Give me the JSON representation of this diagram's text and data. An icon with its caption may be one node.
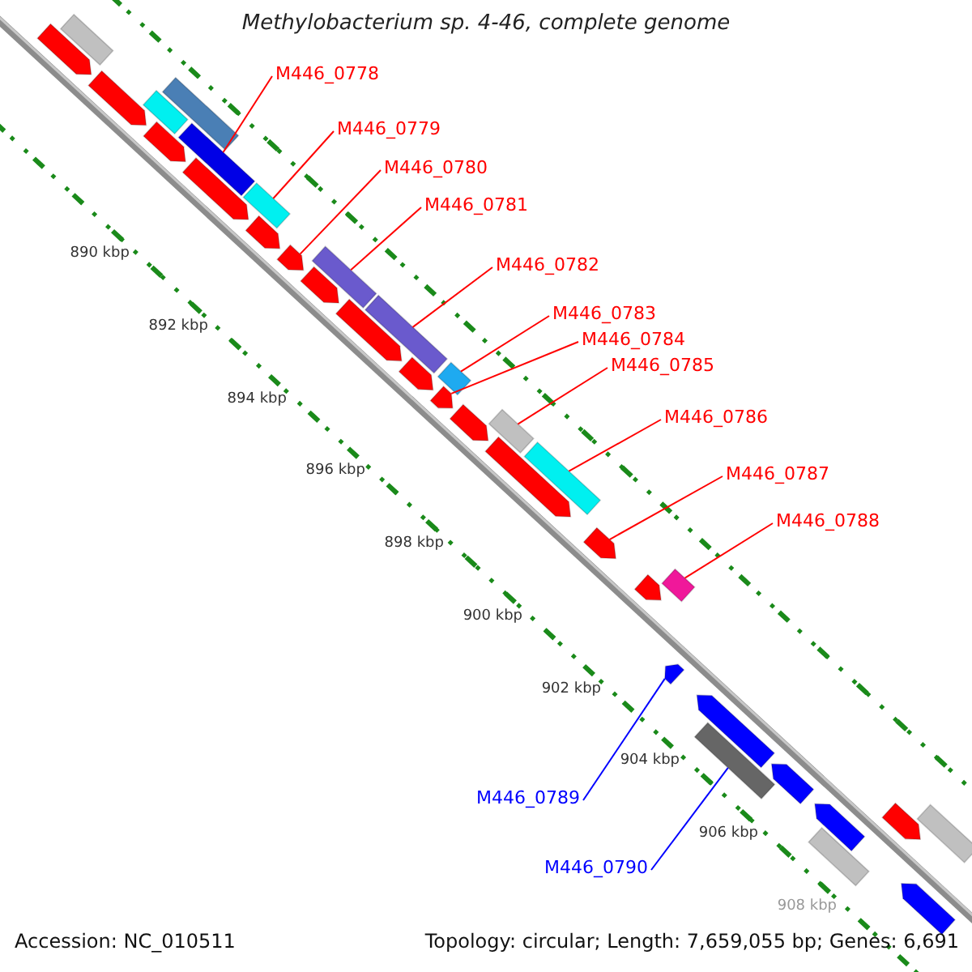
{
  "diagram": {
    "title": "Methylobacterium sp. 4-46, complete genome",
    "nodes": [
      {
        "text": [
          "M446_0778"
        ]
      },
      {
        "text": [
          "M446_0779"
        ]
      },
      {
        "text": [
          "M446_0780"
        ]
      },
      {
        "text": [
          "M446_0781"
        ]
      },
      {
        "text": [
          "M446_0782"
        ]
      },
      {
        "text": [
          "M446_0783"
        ]
      },
      {
        "text": [
          "M446_0784"
        ]
      },
      {
        "text": [
          "M446_0785"
        ]
      },
      {
        "text": [
          "M446_0786"
        ]
      },
      {
        "text": [
          "M446_0787"
        ]
      },
      {
        "text": [
          "M446_0788"
        ]
      },
      {
        "text": [
          "M446_0789"
        ]
      },
      {
        "text": [
          "M446_0790"
        ]
      },
      {
        "text": [],
        "shape": "bar"
      },
      {
        "text": [],
        "shape": "bar"
      },
      {
        "text": [],
        "shape": "bar"
      },
      {
        "text": [],
        "shape": "bar"
      },
      {
        "text": [],
        "shape": "bar"
      },
      {
        "text": [],
        "shape": "bar"
      },
      {
        "text": [],
        "shape": "bar"
      },
      {
        "text": [],
        "shape": "bar"
      },
      {
        "text": [],
        "shape": "bar"
      },
      {
        "text": [],
        "shape": "bar"
      },
      {
        "text": [],
        "shape": "bar"
      },
      {
        "text": [],
        "shape": "bar"
      },
      {
        "text": [],
        "shape": "bar"
      },
      {
        "text": [],
        "shape": "bar"
      },
      {
        "text": [],
        "shape": "bar"
      },
      {
        "text": [],
        "shape": "bar"
      },
      {
        "text": [],
        "shape": "bar"
      },
      {
        "text": [],
        "shape": "bar"
      },
      {
        "text": [],
        "shape": "bar"
      },
      {
        "text": [],
        "shape": "bar"
      },
      {
        "text": [],
        "shape": "bar"
      },
      {
        "text": [],
        "shape": "bar"
      },
      {
        "text": [],
        "shape": "bar"
      },
      {
        "text": [],
        "shape": "bar"
      },
      {
        "text": [],
        "shape": "bar"
      },
      {
        "text": [],
        "shape": "bar"
      },
      {
        "text": [],
        "shape": "bar"
      },
      {
        "text": [],
        "shape": "bar"
      },
      {
        "text": [],
        "shape": "bar"
      },
      {
        "text": [],
        "shape": "bar"
      },
      {
        "text": [],
        "shape": "bar"
      },
      {
        "text": [],
        "shape": "bar"
      },
      {
        "text": [],
        "shape": "bar"
      },
      {
        "text": [],
        "shape": "bar"
      }
    ],
    "edges": [
      {
        "from": 0,
        "to": 19,
        "arrow": "none"
      },
      {
        "from": 1,
        "to": 21,
        "arrow": "none"
      },
      {
        "from": 2,
        "to": 23,
        "arrow": "none"
      },
      {
        "from": 3,
        "to": 24,
        "arrow": "none"
      },
      {
        "from": 4,
        "to": 27,
        "arrow": "none"
      },
      {
        "from": 5,
        "to": 29,
        "arrow": "none"
      },
      {
        "from": 6,
        "to": 30,
        "arrow": "none"
      },
      {
        "from": 7,
        "to": 32,
        "arrow": "none"
      },
      {
        "from": 8,
        "to": 34,
        "arrow": "none"
      },
      {
        "from": 9,
        "to": 35,
        "arrow": "none"
      },
      {
        "from": 10,
        "to": 37,
        "arrow": "none"
      },
      {
        "from": 11,
        "to": 38,
        "arrow": "none",
        "color": "#0000ff"
      },
      {
        "from": 12,
        "to": 40,
        "arrow": "none",
        "color": "#0000ff"
      }
    ],
    "labels": [
      "890 kbp",
      "892 kbp",
      "894 kbp",
      "896 kbp",
      "898 kbp",
      "900 kbp",
      "902 kbp",
      "904 kbp",
      "906 kbp",
      "908 kbp",
      "Accession: NC_010511",
      "Topology: circular; Length: 7,659,055 bp; Genes: 6,691"
    ]
  }
}
